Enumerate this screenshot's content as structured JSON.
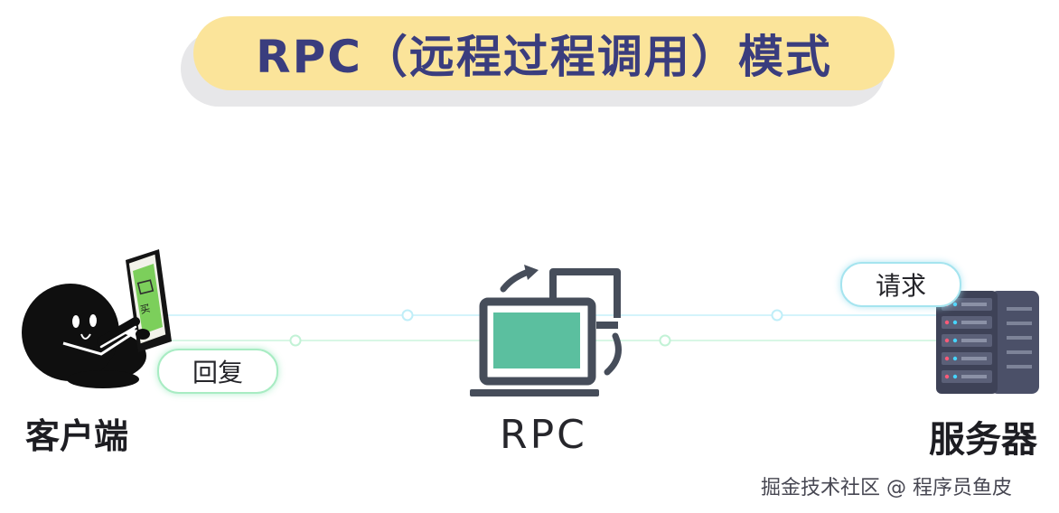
{
  "title": "RPC（远程过程调用）模式",
  "nodes": {
    "client_label": "客户端",
    "rpc_label": "RPC",
    "server_label": "服务器"
  },
  "messages": {
    "request_label": "请求",
    "reply_label": "回复"
  },
  "phone_screen_text": "买",
  "watermark": "掘金技术社区 @ 程序员鱼皮",
  "colors": {
    "title_bg": "#fbe49a",
    "title_text": "#3a3d7e",
    "request_line": "#bfeef8",
    "reply_line": "#c2f2d6",
    "laptop_frame": "#464d5a",
    "laptop_screen": "#5bbf9f",
    "server_body": "#3e4257"
  }
}
